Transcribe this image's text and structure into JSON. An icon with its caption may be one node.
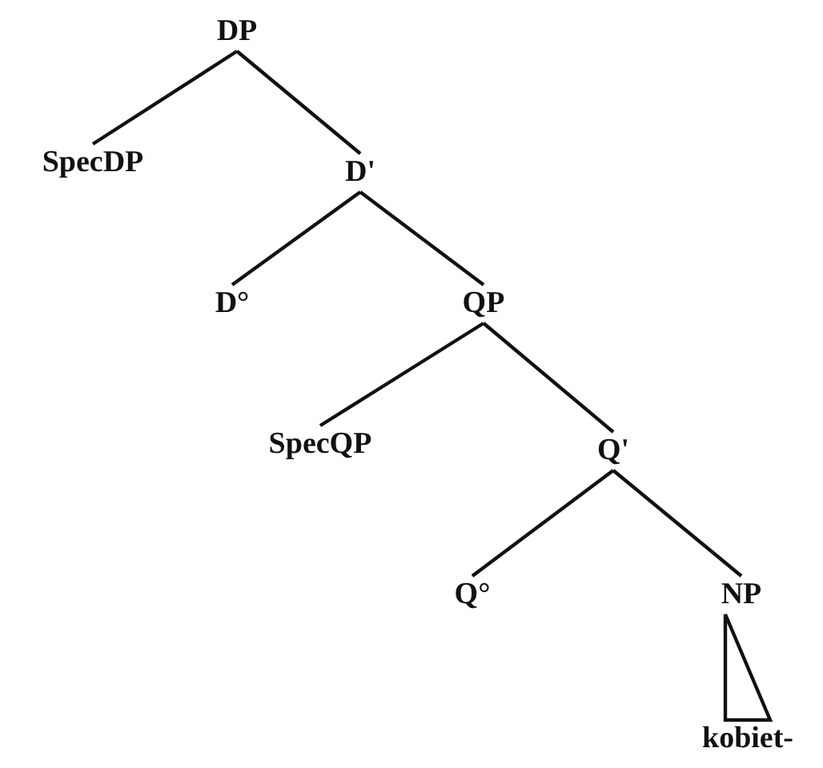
{
  "diagram": {
    "nodes": [
      {
        "text": [
          "DP"
        ]
      },
      {
        "text": [
          "SpecDP"
        ]
      },
      {
        "text": [
          "D'"
        ]
      },
      {
        "text": [
          "D°"
        ]
      },
      {
        "text": [
          "QP"
        ]
      },
      {
        "text": [
          "SpecQP"
        ]
      },
      {
        "text": [
          "Q'"
        ]
      },
      {
        "text": [
          "Q°"
        ]
      },
      {
        "text": [
          "NP"
        ]
      },
      {
        "text": [
          "kobiet-"
        ]
      }
    ],
    "edges": [
      {
        "from": 0,
        "to": 1,
        "arrow": "none"
      },
      {
        "from": 0,
        "to": 2,
        "arrow": "none"
      },
      {
        "from": 2,
        "to": 3,
        "arrow": "none"
      },
      {
        "from": 2,
        "to": 4,
        "arrow": "none"
      },
      {
        "from": 4,
        "to": 5,
        "arrow": "none"
      },
      {
        "from": 4,
        "to": 6,
        "arrow": "none"
      },
      {
        "from": 6,
        "to": 7,
        "arrow": "none"
      },
      {
        "from": 6,
        "to": 8,
        "arrow": "none"
      },
      {
        "from": 8,
        "to": 9,
        "arrow": "none"
      }
    ]
  }
}
